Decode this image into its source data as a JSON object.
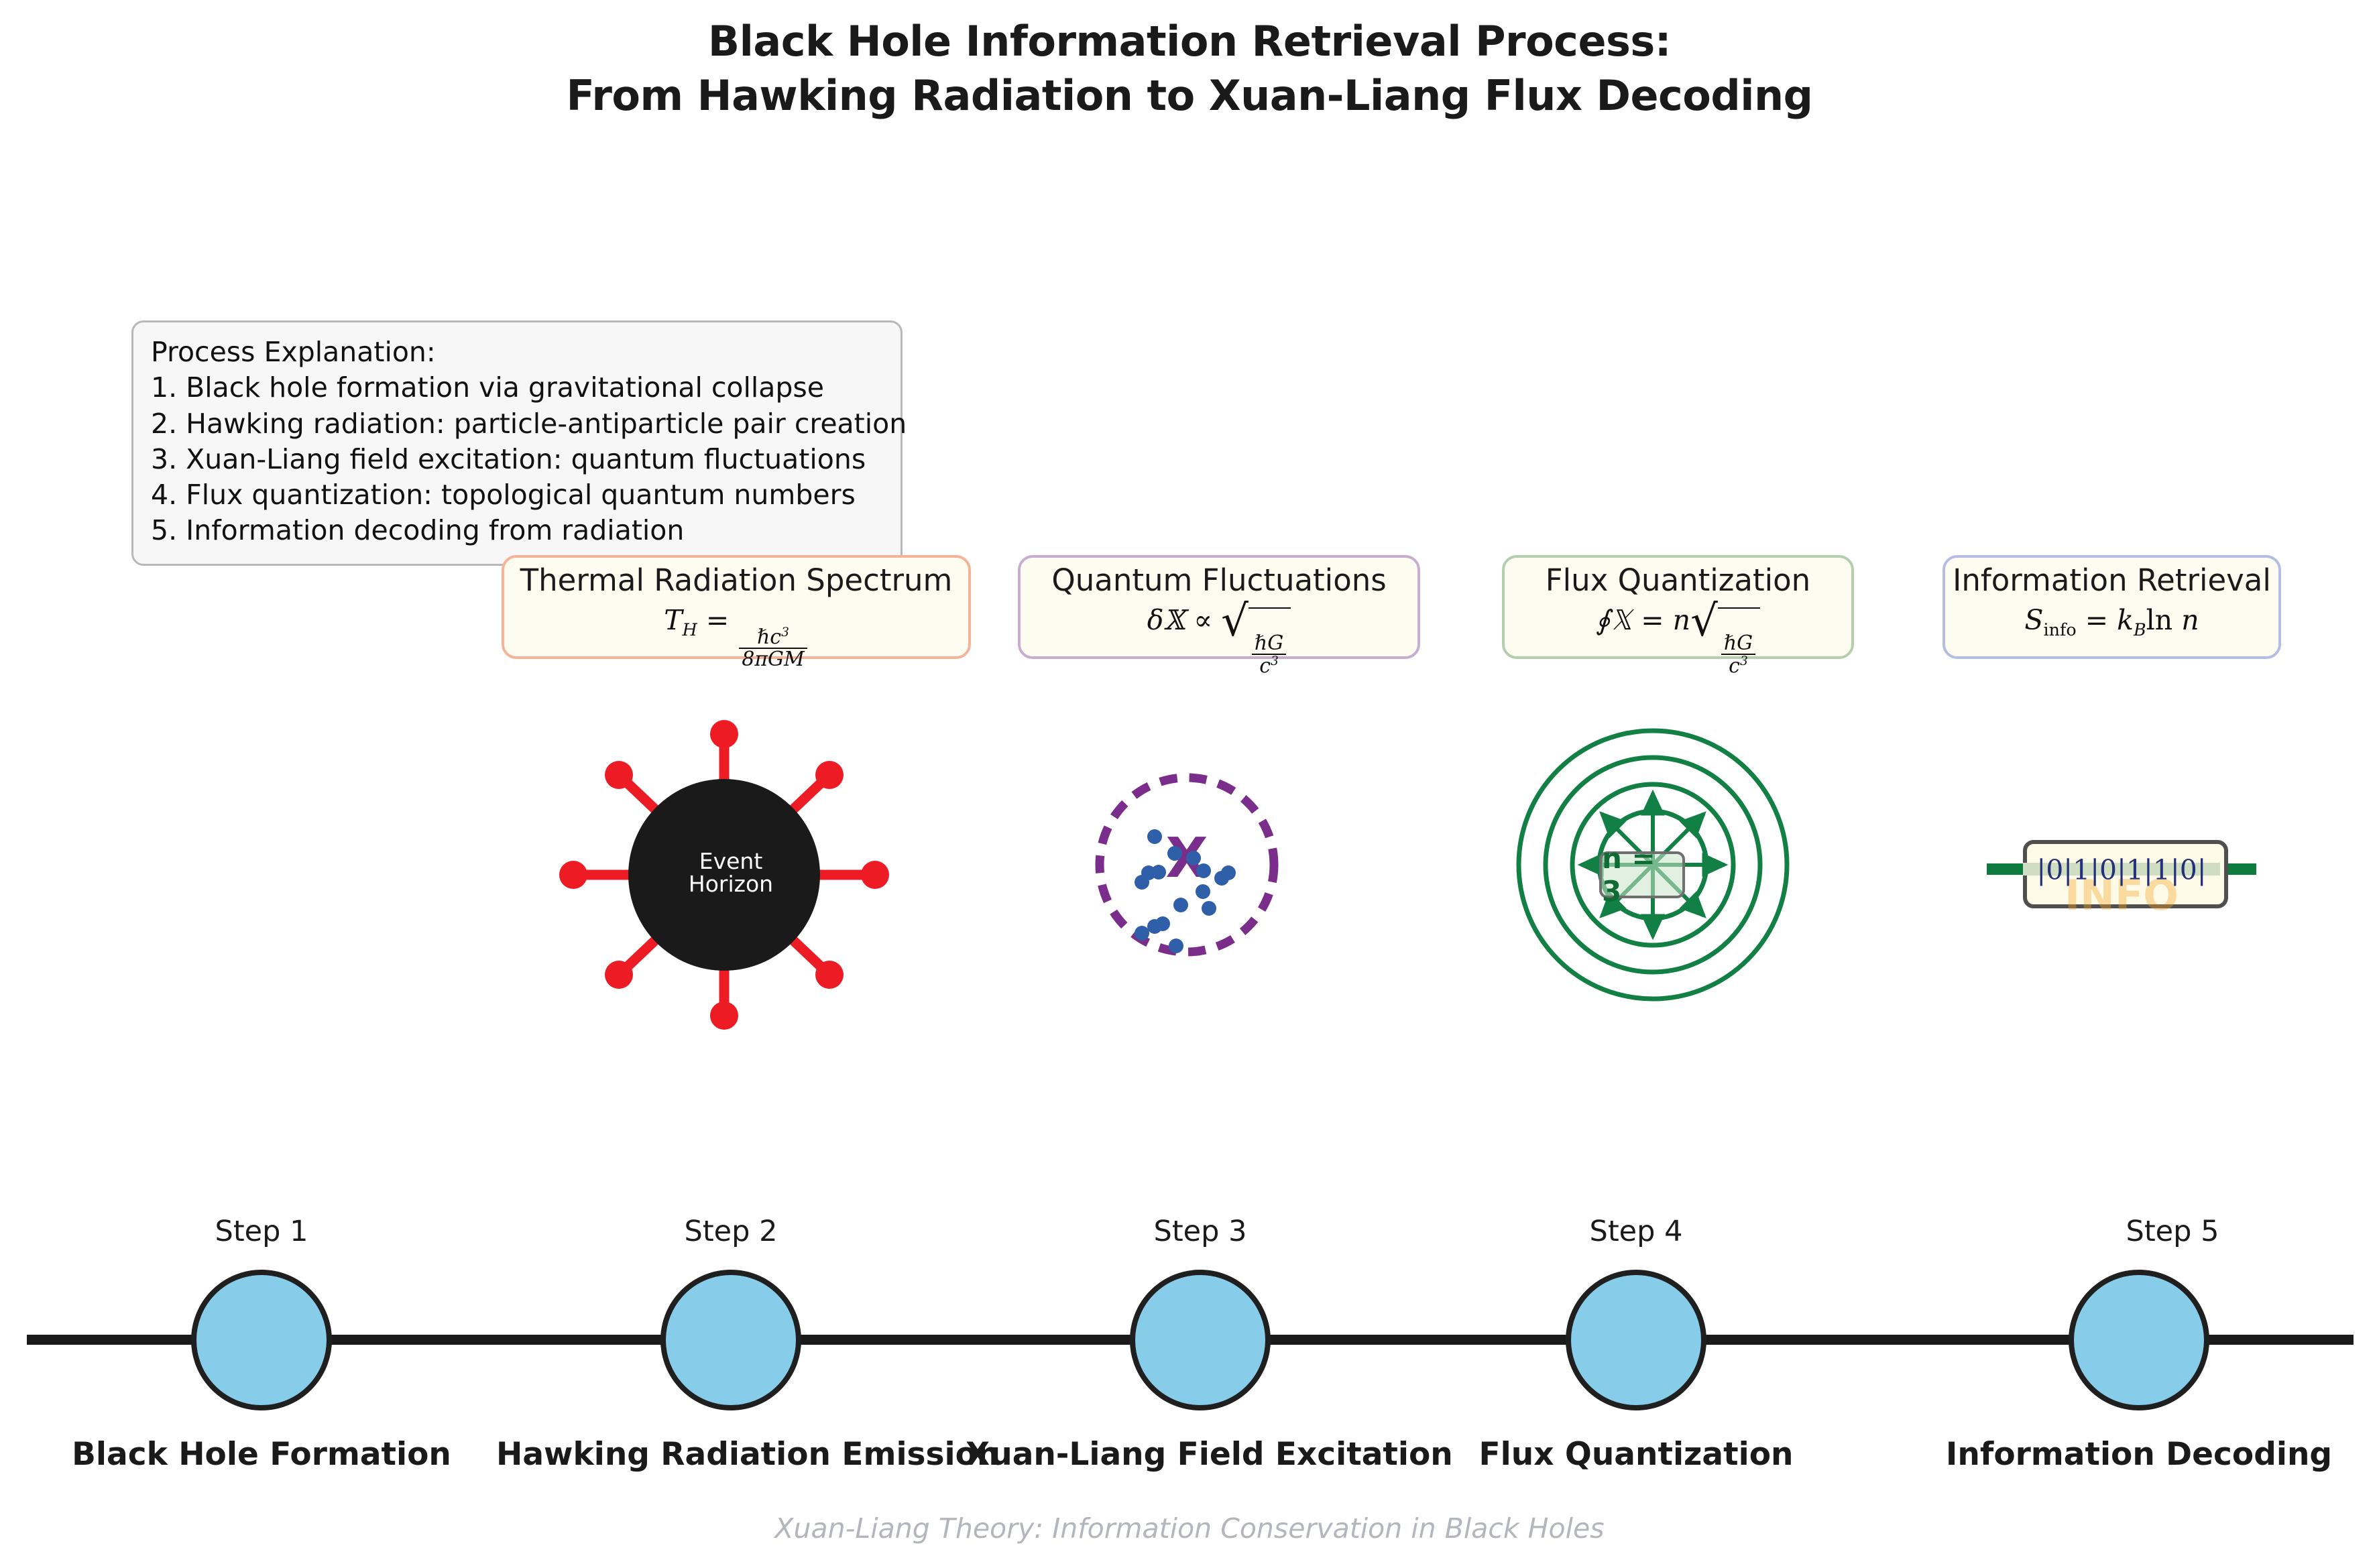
{
  "title": {
    "line1": "Black Hole Information Retrieval Process:",
    "line2": "From Hawking Radiation to Xuan-Liang Flux Decoding"
  },
  "explanation": {
    "heading": "Process Explanation:",
    "items": [
      "1. Black hole formation via gravitational collapse",
      "2. Hawking radiation: particle-antiparticle pair creation",
      "3. Xuan-Liang field excitation: quantum fluctuations",
      "4. Flux quantization: topological quantum numbers",
      "5. Information decoding from radiation"
    ]
  },
  "equation_cards": [
    {
      "title": "Thermal Radiation Spectrum",
      "formula": "T_H = hbar c^3 / (8 pi G M)",
      "border_color": "#f5b49a",
      "fill_color": "#fdfcf0"
    },
    {
      "title": "Quantum Fluctuations",
      "formula": "delta X prop sqrt(hbar G / c^3)",
      "border_color": "#c7aed0",
      "fill_color": "#fdfcf0"
    },
    {
      "title": "Flux Quantization",
      "formula": "oint X = n sqrt(hbar G / c^3)",
      "border_color": "#b6ceb0",
      "fill_color": "#fdfcf0"
    },
    {
      "title": "Information Retrieval",
      "formula": "S_info = k_B ln n",
      "border_color": "#b5bde4",
      "fill_color": "#fdfcf0"
    }
  ],
  "black_hole": {
    "label_line1": "Event",
    "label_line2": "Horizon",
    "disc_color": "#1a1a1a",
    "ray_color": "#ed1c24",
    "ray_count": 8
  },
  "quantum_field": {
    "symbol": "𝕏",
    "circle_color": "#7b2d8b",
    "particle_color": "#2f5fa8",
    "particle_count": 15
  },
  "flux": {
    "tag_label": "n = 3",
    "ring_color": "#128045",
    "ring_count": 4,
    "arrow_count": 8
  },
  "information": {
    "bits": "|0|1|0|1|1|0|",
    "ghost_label": "INFO",
    "bit_color": "#24307a",
    "ghost_color": "#f5a72a",
    "wire_color": "#0f7a3d"
  },
  "timeline": {
    "node_color": "#87cdea",
    "line_color": "#1a1a1a",
    "steps": [
      {
        "step": "Step 1",
        "label": "Black Hole Formation"
      },
      {
        "step": "Step 2",
        "label": "Hawking Radiation Emission"
      },
      {
        "step": "Step 3",
        "label": "Xuan-Liang Field Excitation"
      },
      {
        "step": "Step 4",
        "label": "Flux Quantization"
      },
      {
        "step": "Step 5",
        "label": "Information Decoding"
      }
    ]
  },
  "footer": "Xuan-Liang Theory: Information Conservation in Black Holes"
}
